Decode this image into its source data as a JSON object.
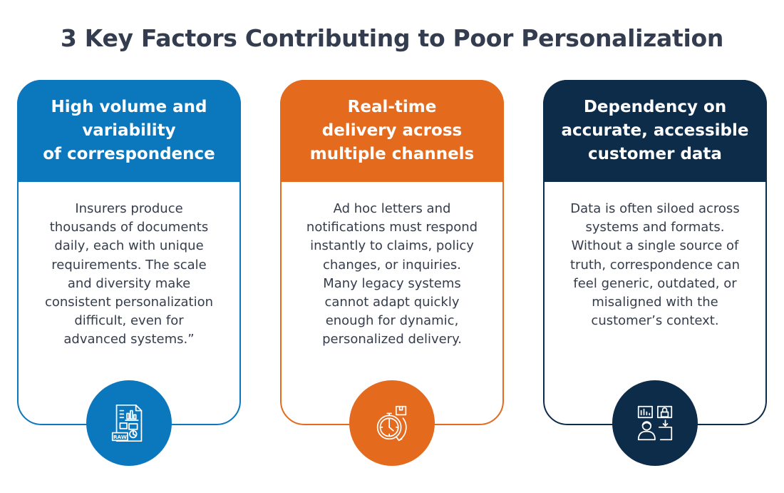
{
  "title": "3 Key Factors Contributing to Poor Personalization",
  "colors": {
    "blue": "#0b78be",
    "orange": "#e46a1e",
    "navy": "#0c2c4a",
    "title": "#333d4f",
    "body_text": "#353d4c"
  },
  "cards": [
    {
      "title_lines": [
        "High volume and",
        "variability",
        "of correspondence"
      ],
      "body_lines": [
        "Insurers produce",
        "thousands of documents",
        "daily, each with unique",
        "requirements. The scale",
        "and diversity make",
        "consistent personalization",
        "difficult, even for",
        "advanced systems.”"
      ],
      "icon": "document-chart-raw-icon",
      "icon_label": "RAW"
    },
    {
      "title_lines": [
        "Real-time",
        "delivery across",
        "multiple channels"
      ],
      "body_lines": [
        "Ad hoc letters and",
        "notifications must respond",
        "instantly to claims, policy",
        "changes, or inquiries.",
        "Many legacy systems",
        "cannot adapt quickly",
        "enough for dynamic,",
        "personalized delivery."
      ],
      "icon": "clock-delivery-icon"
    },
    {
      "title_lines": [
        "Dependency on",
        "accurate, accessible",
        "customer data"
      ],
      "body_lines": [
        "Data is often siloed across",
        "systems and formats.",
        "Without a single source of",
        "truth, correspondence can",
        "feel generic, outdated, or",
        "misaligned with the",
        "customer’s context."
      ],
      "icon": "user-data-lock-icon"
    }
  ]
}
